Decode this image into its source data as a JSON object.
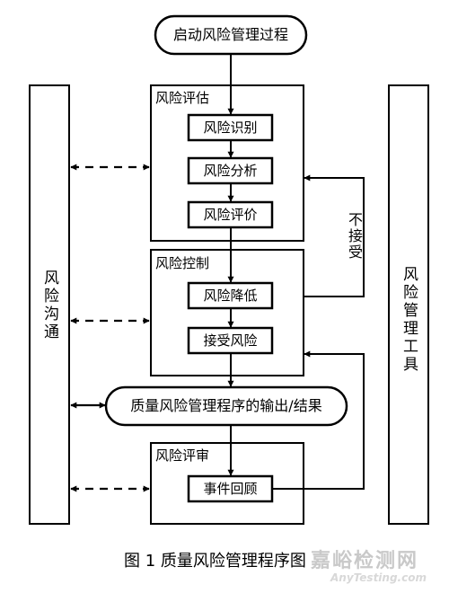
{
  "nodes": {
    "start": "启动风险管理过程",
    "identify": "风险识别",
    "analyze": "风险分析",
    "evaluate": "风险评价",
    "reduce": "风险降低",
    "accept": "接受风险",
    "output": "质量风险管理程序的输出/结果",
    "events": "事件回顾"
  },
  "groups": {
    "assessment": "风险评估",
    "control": "风险控制",
    "review": "风险评审"
  },
  "side": {
    "communication": "风险沟通",
    "tools": "风险管理工具"
  },
  "loop_label": "不接受",
  "caption": "图 1   质量风险管理程序图",
  "watermark": {
    "cn": "嘉峪检测网",
    "en": "AnyTesting.com"
  }
}
